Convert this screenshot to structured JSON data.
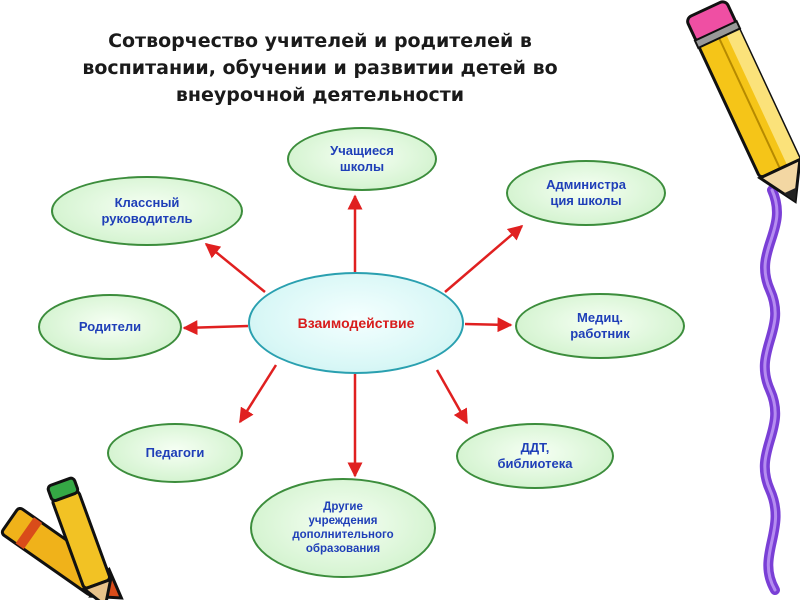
{
  "title": {
    "line1": "Сотворчество учителей и родителей в",
    "line2": "воспитании, обучении и развитии детей во",
    "line3": "внеурочной деятельности"
  },
  "center": {
    "label": "Взаимодействие"
  },
  "nodes": {
    "students": {
      "line1": "Учащиеся",
      "line2": "школы"
    },
    "class_teacher": {
      "line1": "Классный",
      "line2": "руководитель"
    },
    "administration": {
      "line1": "Администра",
      "line2": "ция школы"
    },
    "parents": {
      "line1": "Родители"
    },
    "medic": {
      "line1": "Медиц.",
      "line2": "работник"
    },
    "teachers": {
      "line1": "Педагоги"
    },
    "ddt": {
      "line1": "ДДТ,",
      "line2": "библиотека"
    },
    "other": {
      "line1": "Другие",
      "line2": "учреждения",
      "line3": "дополнительного",
      "line4": "образования"
    }
  },
  "colors": {
    "arrow": "#e02020",
    "node_border": "#3c8d3c",
    "node_text": "#1f3fb8",
    "center_text": "#d81c1c"
  }
}
